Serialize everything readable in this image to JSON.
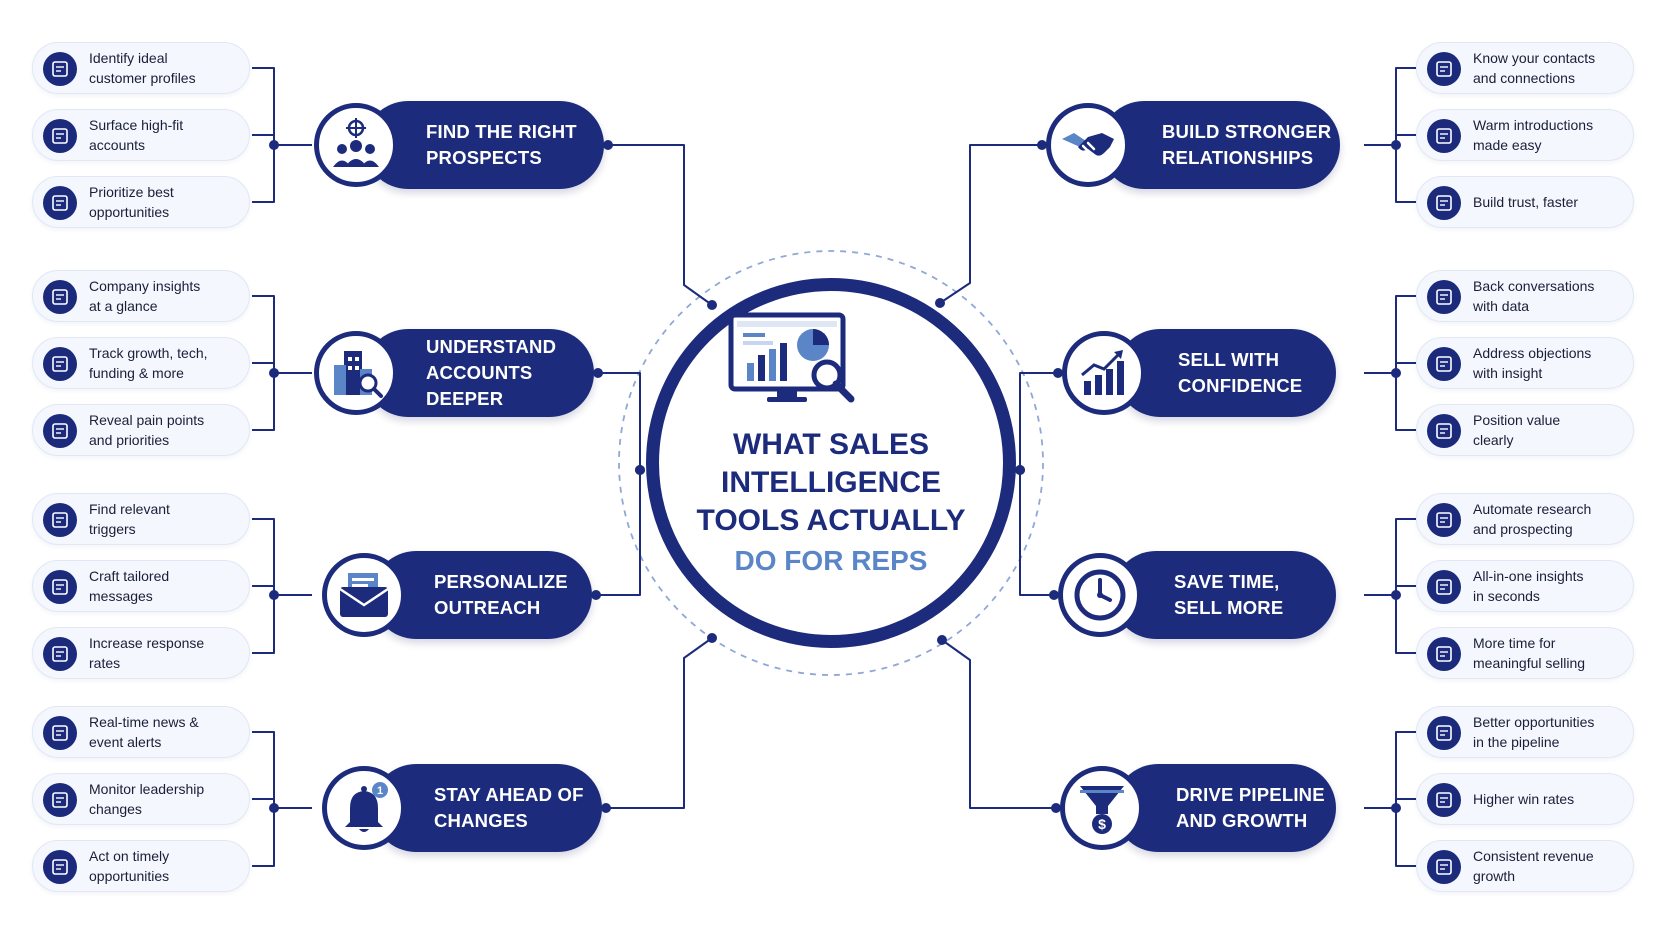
{
  "title": {
    "line1": "WHAT SALES",
    "line2": "INTELLIGENCE",
    "line3": "TOOLS ACTUALLY",
    "line4": "DO FOR REPS"
  },
  "colors": {
    "navy": "#1c2b7c",
    "accent_blue": "#5a86c8",
    "sub_bg": "#f4f7fd",
    "connector": "#1c2b7c"
  },
  "left_branches": [
    {
      "label": "FIND THE RIGHT\nPROSPECTS",
      "icon": "target-people-icon",
      "items": [
        {
          "text": "Identify ideal\ncustomer profiles",
          "icon": "profile-card-icon"
        },
        {
          "text": "Surface high-fit\naccounts",
          "icon": "account-card-icon"
        },
        {
          "text": "Prioritize best\nopportunities",
          "icon": "priority-icon"
        }
      ]
    },
    {
      "label": "UNDERSTAND\nACCOUNTS DEEPER",
      "icon": "building-search-icon",
      "items": [
        {
          "text": "Company insights\nat a glance",
          "icon": "insights-icon"
        },
        {
          "text": "Track growth, tech,\nfunding & more",
          "icon": "growth-tracking-icon"
        },
        {
          "text": "Reveal pain points\nand priorities",
          "icon": "pain-points-icon"
        }
      ]
    },
    {
      "label": "PERSONALIZE\nOUTREACH",
      "icon": "envelope-icon",
      "items": [
        {
          "text": "Find relevant\ntriggers",
          "icon": "trigger-icon"
        },
        {
          "text": "Craft tailored\nmessages",
          "icon": "message-icon"
        },
        {
          "text": "Increase response\nrates",
          "icon": "response-rate-icon"
        }
      ]
    },
    {
      "label": "STAY AHEAD OF\nCHANGES",
      "icon": "bell-notification-icon",
      "badge": "1",
      "items": [
        {
          "text": "Real-time news &\nevent alerts",
          "icon": "news-alert-icon"
        },
        {
          "text": "Monitor leadership\nchanges",
          "icon": "leadership-icon"
        },
        {
          "text": "Act on timely\nopportunities",
          "icon": "timely-icon"
        }
      ]
    }
  ],
  "right_branches": [
    {
      "label": "BUILD STRONGER\nRELATIONSHIPS",
      "icon": "handshake-icon",
      "items": [
        {
          "text": "Know your contacts\nand connections",
          "icon": "contacts-icon"
        },
        {
          "text": "Warm introductions\nmade easy",
          "icon": "introduction-icon"
        },
        {
          "text": "Build trust, faster",
          "icon": "trust-icon"
        }
      ]
    },
    {
      "label": "SELL WITH\nCONFIDENCE",
      "icon": "rising-chart-icon",
      "items": [
        {
          "text": "Back conversations\nwith data",
          "icon": "data-icon"
        },
        {
          "text": "Address objections\nwith insight",
          "icon": "objection-icon"
        },
        {
          "text": "Position value\nclearly",
          "icon": "value-icon"
        }
      ]
    },
    {
      "label": "SAVE TIME,\nSELL MORE",
      "icon": "clock-icon",
      "items": [
        {
          "text": "Automate research\nand prospecting",
          "icon": "automate-icon"
        },
        {
          "text": "All-in-one insights\nin seconds",
          "icon": "all-in-one-icon"
        },
        {
          "text": "More time for\nmeaningful selling",
          "icon": "time-icon"
        }
      ]
    },
    {
      "label": "DRIVE PIPELINE\nAND GROWTH",
      "icon": "funnel-dollar-icon",
      "items": [
        {
          "text": "Better opportunities\nin the pipeline",
          "icon": "pipeline-icon"
        },
        {
          "text": "Higher win rates",
          "icon": "win-rate-icon"
        },
        {
          "text": "Consistent revenue\ngrowth",
          "icon": "revenue-icon"
        }
      ]
    }
  ]
}
